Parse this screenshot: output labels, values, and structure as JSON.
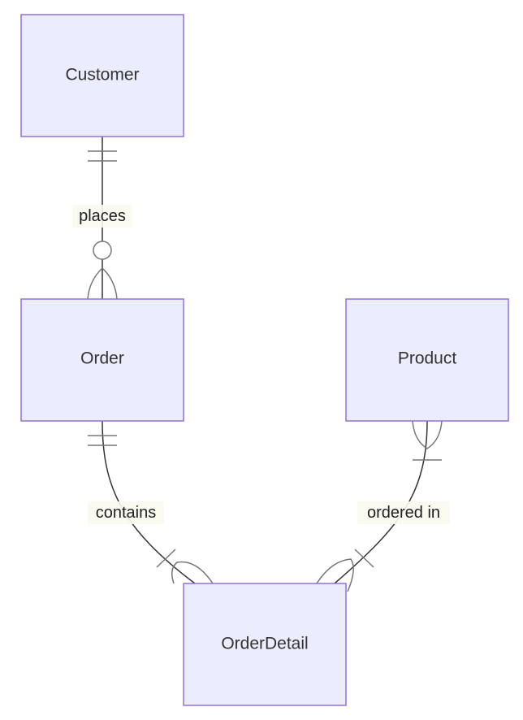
{
  "entities": {
    "customer": "Customer",
    "order": "Order",
    "product": "Product",
    "order_detail": "OrderDetail"
  },
  "relationships": {
    "places": "places",
    "contains": "contains",
    "ordered_in": "ordered in"
  },
  "colors": {
    "entity_fill": "#ececff",
    "entity_border": "#9370db",
    "line": "#333333",
    "marker": "#777777",
    "label_background": "#f9f9ef"
  }
}
